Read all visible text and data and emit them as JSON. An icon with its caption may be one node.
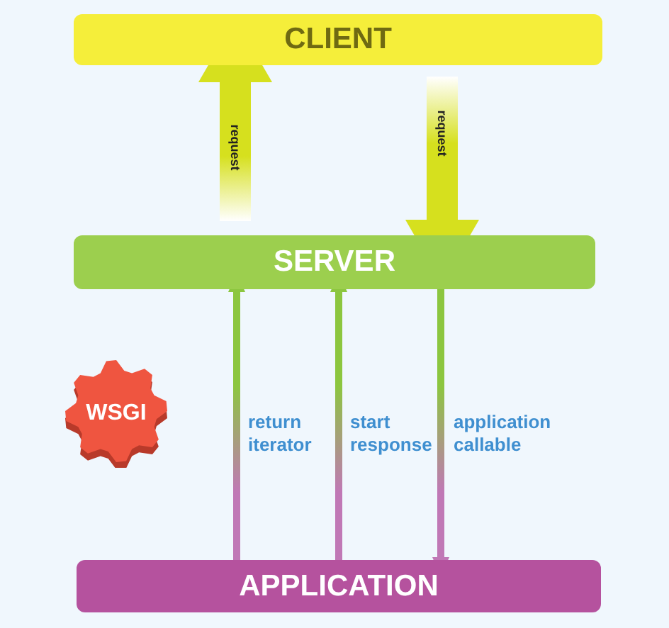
{
  "diagram": {
    "nodes": [
      {
        "text": [
          "CLIENT"
        ]
      },
      {
        "text": [
          "SERVER"
        ]
      },
      {
        "text": [
          "APPLICATION"
        ]
      },
      {
        "text": [
          "WSGI"
        ]
      }
    ],
    "edges": [
      {
        "from": 1,
        "to": 0,
        "arrow": "to",
        "label": "request",
        "style": "thick",
        "color": "#d6e01e"
      },
      {
        "from": 0,
        "to": 1,
        "arrow": "to",
        "label": "request",
        "style": "thick",
        "color": "#d6e01e"
      },
      {
        "from": 2,
        "to": 1,
        "arrow": "to",
        "label": "return iterator"
      },
      {
        "from": 2,
        "to": 1,
        "arrow": "to",
        "label": "start response"
      },
      {
        "from": 1,
        "to": 2,
        "arrow": "to",
        "label": "application callable"
      }
    ]
  }
}
